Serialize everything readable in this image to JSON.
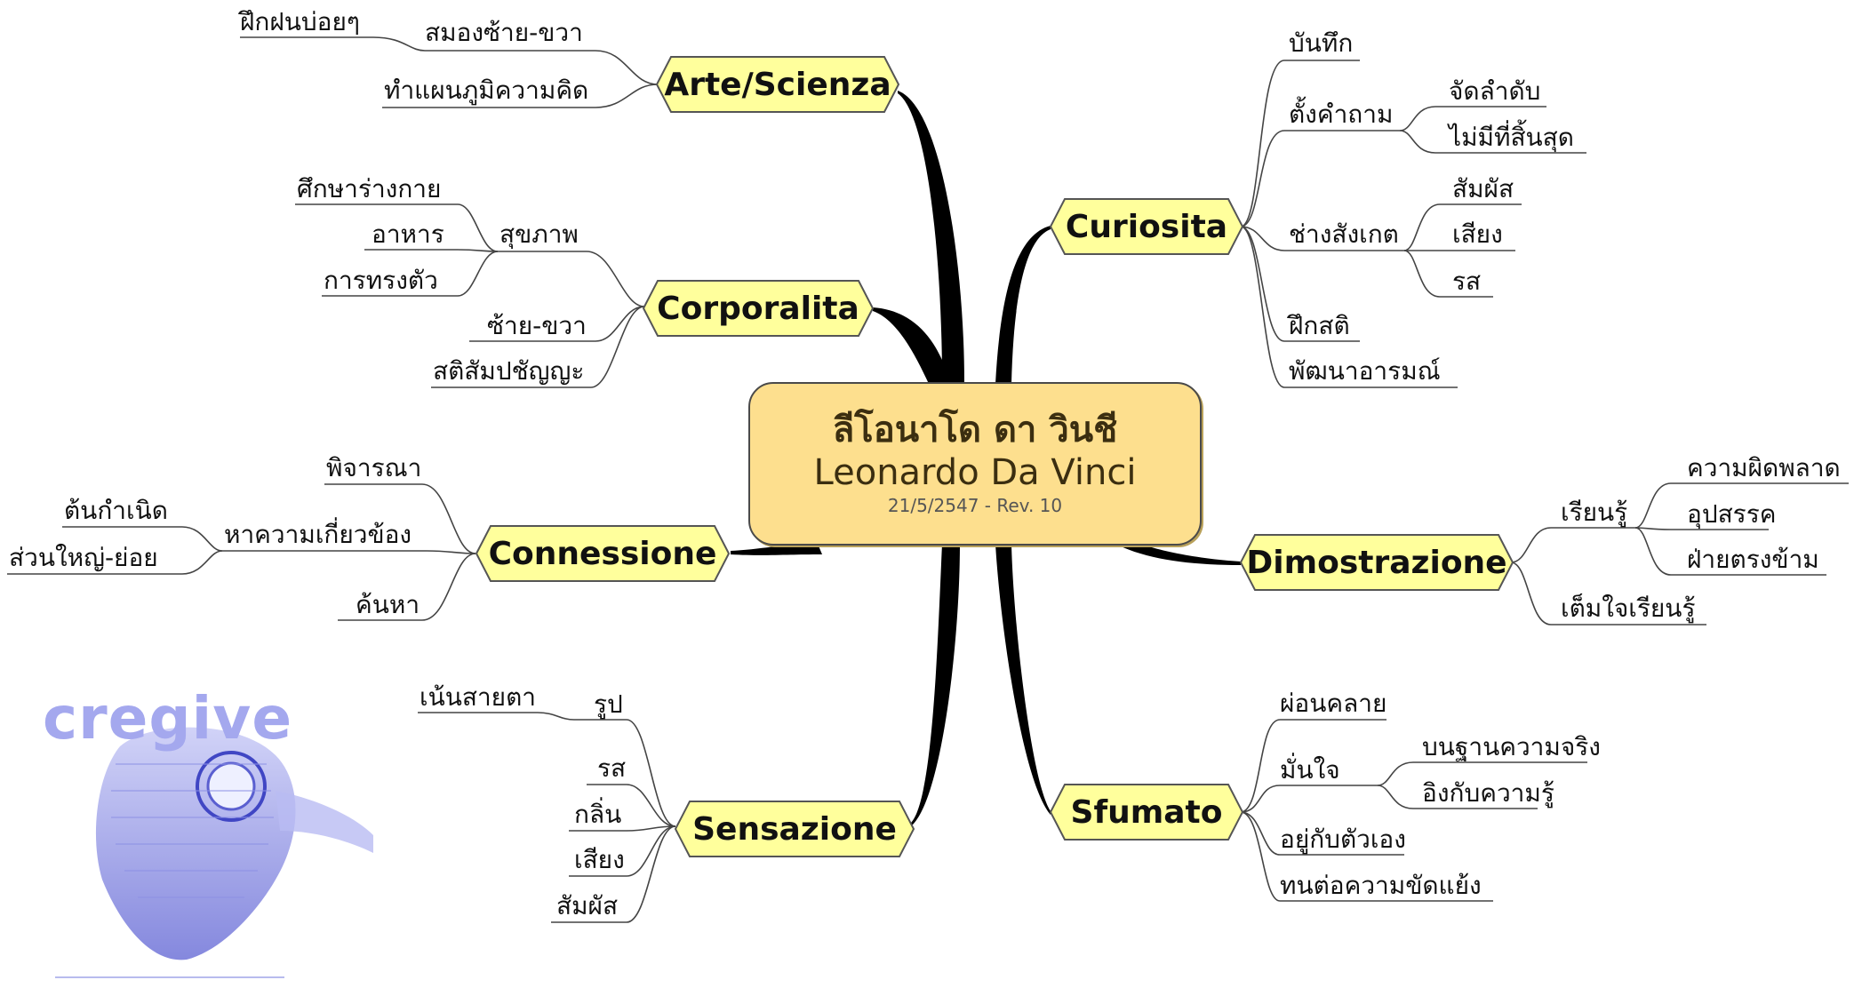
{
  "center": {
    "thai": "ลีโอนาโด ดา วินชี",
    "english": "Leonardo Da Vinci",
    "date": "21/5/2547 - Rev. 10"
  },
  "topics": {
    "arte": "Arte/Scienza",
    "corporalita": "Corporalita",
    "connessione": "Connessione",
    "sensazione": "Sensazione",
    "curiosita": "Curiosita",
    "dimostrazione": "Dimostrazione",
    "sfumato": "Sfumato"
  },
  "arte": {
    "sub1": "สมองซ้าย-ขวา",
    "sub1_child": "ฝึกฝนบ่อยๆ",
    "sub2": "ทำแผนภูมิความคิด"
  },
  "corporalita": {
    "sub1": "สุขภาพ",
    "sub1_children": [
      "ศึกษาร่างกาย",
      "อาหาร",
      "การทรงตัว"
    ],
    "sub2": "ซ้าย-ขวา",
    "sub3": "สติสัมปชัญญะ"
  },
  "connessione": {
    "sub1": "พิจารณา",
    "sub2": "หาความเกี่ยวข้อง",
    "sub2_children": [
      "ต้นกำเนิด",
      "ส่วนใหญ่-ย่อย"
    ],
    "sub3": "ค้นหา"
  },
  "sensazione": {
    "sub1": "รูป",
    "sub1_child": "เน้นสายตา",
    "others": [
      "รส",
      "กลิ่น",
      "เสียง",
      "สัมผัส"
    ]
  },
  "curiosita": {
    "sub1": "บันทึก",
    "sub2": "ตั้งคำถาม",
    "sub2_children": [
      "จัดลำดับ",
      "ไม่มีที่สิ้นสุด"
    ],
    "sub3": "ช่างสังเกต",
    "sub3_children": [
      "สัมผัส",
      "เสียง",
      "รส"
    ],
    "sub4": "ฝึกสติ",
    "sub5": "พัฒนาอารมณ์"
  },
  "dimostrazione": {
    "sub1": "เรียนรู้",
    "sub1_children": [
      "ความผิดพลาด",
      "อุปสรรค",
      "ฝ่ายตรงข้าม"
    ],
    "sub2": "เต็มใจเรียนรู้"
  },
  "sfumato": {
    "sub1": "ผ่อนคลาย",
    "sub2": "มั่นใจ",
    "sub2_children": [
      "บนฐานความจริง",
      "อิงกับความรู้"
    ],
    "sub3": "อยู่กับตัวเอง",
    "sub4": "ทนต่อความขัดแย้ง"
  },
  "logo": {
    "text": "cregive"
  },
  "colors": {
    "topic_fill": "#ffff9c",
    "center_fill": "#fddf8e",
    "branch": "#000000",
    "logo": "#a4a8ee"
  }
}
